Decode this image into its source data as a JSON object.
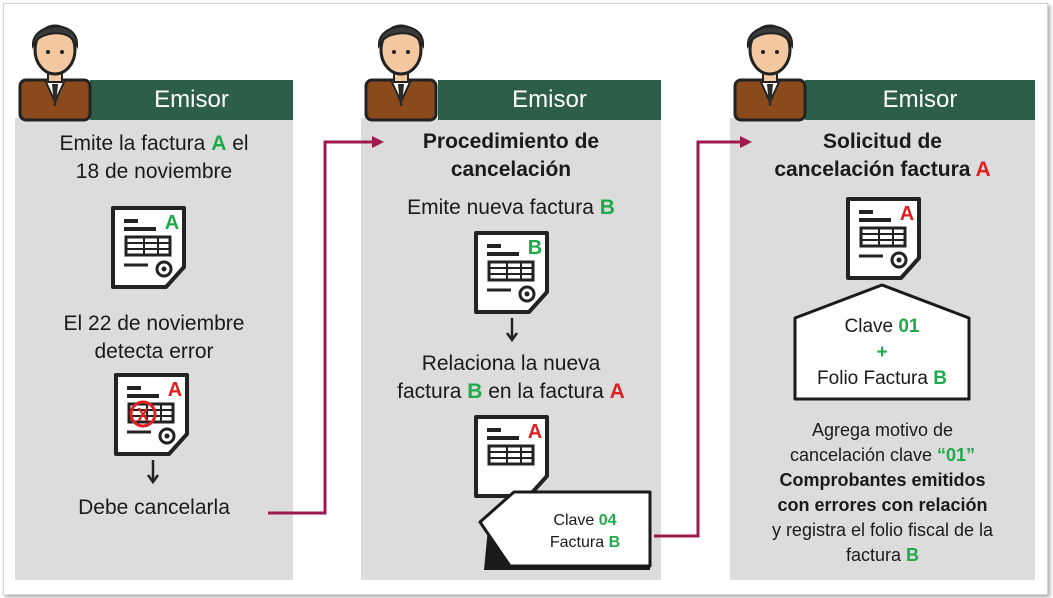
{
  "panels": [
    {
      "header": "Emisor",
      "line1_pre": "Emite la factura ",
      "line1_letter": "A",
      "line1_post": " el",
      "line2": "18 de noviembre",
      "doc1_letter": "A",
      "detect1": "El 22 de noviembre",
      "detect2": "detecta error",
      "doc2_letter": "A",
      "doc2_mark": "X",
      "bottom": "Debe cancelarla"
    },
    {
      "header": "Emisor",
      "title1": "Procedimiento de",
      "title2": "cancelación",
      "emit_pre": "Emite nueva factura ",
      "emit_letter": "B",
      "doc1_letter": "B",
      "rel1": "Relaciona la nueva",
      "rel2_pre": "factura ",
      "rel2_b": "B",
      "rel2_mid": " en la factura ",
      "rel2_a": "A",
      "doc2_letter": "A",
      "tag_clave_label": "Clave ",
      "tag_clave_value": "04",
      "tag_factura_label": "Factura ",
      "tag_factura_value": "B"
    },
    {
      "header": "Emisor",
      "title1": "Solicitud de",
      "title2_pre": "cancelación factura ",
      "title2_letter": "A",
      "doc_letter": "A",
      "box_clave_label": "Clave ",
      "box_clave_value": "01",
      "box_plus": "+",
      "box_folio_label": "Folio Factura ",
      "box_folio_value": "B",
      "desc1": "Agrega motivo de",
      "desc2_pre": "cancelación clave ",
      "desc2_code": "“01”",
      "desc3": "Comprobantes emitidos",
      "desc4": "con errores con relación",
      "desc5": "y registra el folio fiscal de la",
      "desc6_pre": "factura ",
      "desc6_letter": "B"
    }
  ],
  "icons": [
    "person-icon",
    "invoice-document-icon",
    "down-arrow-icon",
    "connector-arrow"
  ],
  "colors": {
    "header_green": "#2c5e49",
    "panel_gray": "#dcdcdc",
    "letter_green": "#1faa4a",
    "letter_red": "#e02020",
    "connector": "#9e1a4e"
  }
}
